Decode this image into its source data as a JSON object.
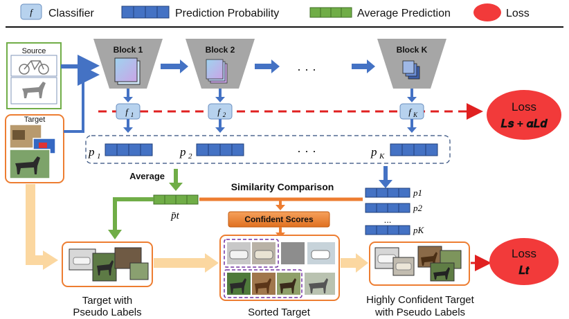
{
  "legend": {
    "classifier_symbol": "f",
    "classifier_label": "Classifier",
    "prediction_label": "Prediction Probability",
    "average_label": "Average Prediction",
    "loss_label": "Loss"
  },
  "inputs": {
    "source_label": "Source",
    "target_label": "Target"
  },
  "blocks": [
    {
      "label": "Block 1",
      "classifier_main": "f",
      "classifier_sub": "1",
      "pred_main": "p",
      "pred_sub": "1"
    },
    {
      "label": "Block 2",
      "classifier_main": "f",
      "classifier_sub": "2",
      "pred_main": "p",
      "pred_sub": "2"
    },
    {
      "label": "Block K",
      "classifier_main": "f",
      "classifier_sub": "K",
      "pred_main": "p",
      "pred_sub": "K"
    }
  ],
  "ellipsis": "· · ·",
  "loss_top": {
    "title": "Loss",
    "formula": "𝑳𝒔 + 𝜶𝑳𝒅"
  },
  "loss_bottom": {
    "title": "Loss",
    "formula": "𝑳𝒕"
  },
  "average_label": "Average",
  "average_symbol": "p̄t",
  "similarity_label": "Similarity Comparison",
  "confident_scores_label": "Confident Scores",
  "stack_labels": {
    "p1": "p1",
    "p2": "p2",
    "dots": "...",
    "pK": "pK"
  },
  "captions": {
    "target_pseudo_line1": "Target with",
    "target_pseudo_line2": "Pseudo Labels",
    "sorted": "Sorted Target",
    "confident_line1": "Highly Confident Target",
    "confident_line2": "with Pseudo Labels"
  },
  "colors": {
    "blue_box": "#4472c4",
    "classifier_fill": "#b7d2ee",
    "green_box": "#70ad47",
    "loss_red": "#f23a3a",
    "dashed_red": "#e02020",
    "orange": "#ed7d31",
    "light_orange": "#fbd7a0",
    "purple_dashed": "#7030a0",
    "block_gray": "#a6a6a6"
  }
}
